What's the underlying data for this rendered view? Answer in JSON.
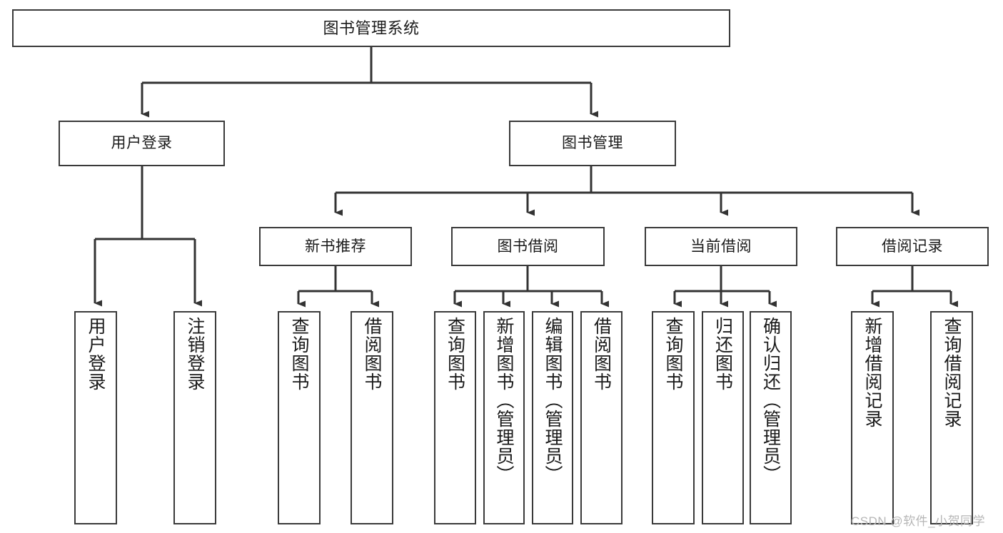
{
  "diagram": {
    "title": "图书管理系统",
    "type": "hierarchy-tree",
    "watermark": "CSDN @软件_小贺同学",
    "colors": {
      "box_border": "#3a3a3a",
      "box_fill": "#ffffff",
      "connector": "#333333",
      "text": "#1a1a1a",
      "watermark": "#b6b6b6",
      "background": "#ffffff"
    },
    "levels": {
      "root": {
        "label": "图书管理系统"
      },
      "level2": [
        {
          "label": "用户登录"
        },
        {
          "label": "图书管理"
        }
      ],
      "level3": [
        {
          "label": "新书推荐"
        },
        {
          "label": "图书借阅"
        },
        {
          "label": "当前借阅"
        },
        {
          "label": "借阅记录"
        }
      ],
      "leaves": {
        "user_login": [
          {
            "label": "用户登录"
          },
          {
            "label": "注销登录"
          }
        ],
        "new_book_recommend": [
          {
            "label": "查询图书"
          },
          {
            "label": "借阅图书"
          }
        ],
        "book_borrow": [
          {
            "label": "查询图书"
          },
          {
            "label": "新增图书（管理员）"
          },
          {
            "label": "编辑图书（管理员）"
          },
          {
            "label": "借阅图书"
          }
        ],
        "current_borrow": [
          {
            "label": "查询图书"
          },
          {
            "label": "归还图书"
          },
          {
            "label": "确认归还（管理员）"
          }
        ],
        "borrow_record": [
          {
            "label": "新增借阅记录"
          },
          {
            "label": "查询借阅记录"
          }
        ]
      }
    }
  }
}
